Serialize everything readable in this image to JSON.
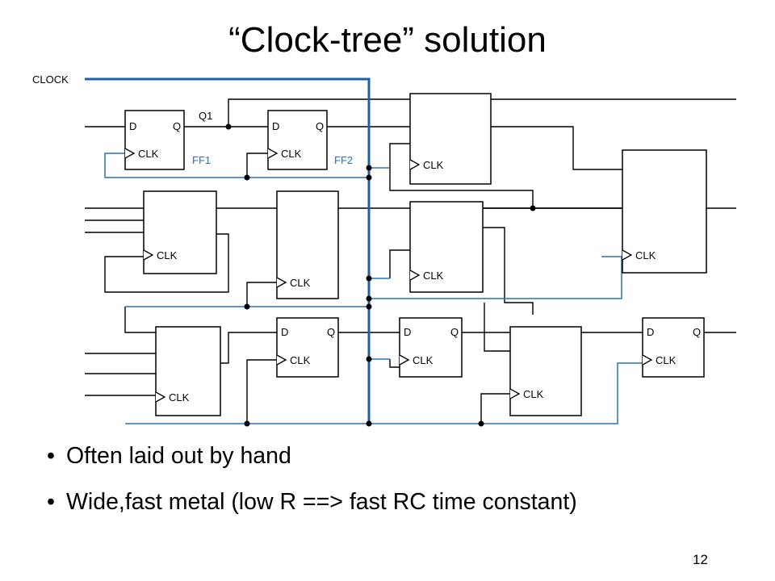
{
  "title": "“Clock-tree” solution",
  "diagram": {
    "clock_label": "CLOCK",
    "q1_label": "Q1",
    "ff1_label": "FF1",
    "ff2_label": "FF2",
    "pin_d": "D",
    "pin_q": "Q",
    "pin_clk": "CLK",
    "colors": {
      "clock_trunk": "#1f5fa8",
      "clock_branch": "#2f6fb5",
      "wire": "#000000"
    }
  },
  "bullets": [
    "Often laid out by hand",
    "Wide,fast metal (low R ==> fast RC time constant)"
  ],
  "bullet_symbol": "•",
  "page_number": "12"
}
